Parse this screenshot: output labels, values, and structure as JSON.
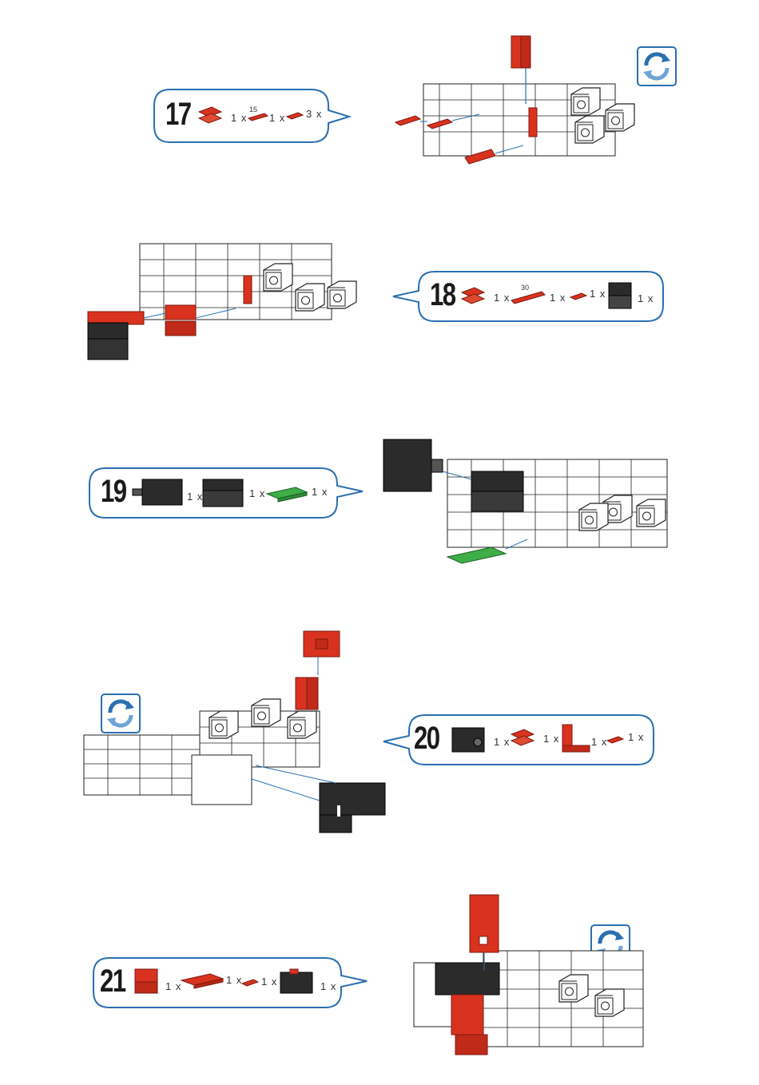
{
  "colors": {
    "accent_blue": "#2a6fb0",
    "part_red": "#d9321f",
    "part_black": "#2b2b2b",
    "part_green": "#3fae49",
    "frame_white": "#ffffff"
  },
  "steps": [
    {
      "number": "17",
      "parts": [
        {
          "name": "red-connector-pair",
          "qty": "1 x"
        },
        {
          "name": "red-strut-15",
          "length": "15",
          "qty": "1 x"
        },
        {
          "name": "red-peg",
          "qty": "3 x"
        }
      ]
    },
    {
      "number": "18",
      "parts": [
        {
          "name": "red-connector-pair",
          "qty": "1 x"
        },
        {
          "name": "red-strut-30",
          "length": "30",
          "qty": "1 x"
        },
        {
          "name": "red-peg",
          "qty": "1 x"
        },
        {
          "name": "black-block",
          "qty": "1 x"
        }
      ]
    },
    {
      "number": "19",
      "parts": [
        {
          "name": "black-motor",
          "qty": "1 x"
        },
        {
          "name": "black-holder",
          "qty": "1 x"
        },
        {
          "name": "green-plate",
          "qty": "1 x"
        }
      ]
    },
    {
      "number": "20",
      "parts": [
        {
          "name": "black-switch",
          "qty": "1 x"
        },
        {
          "name": "red-connector-pair",
          "qty": "1 x"
        },
        {
          "name": "red-angle-bracket",
          "qty": "1 x"
        },
        {
          "name": "red-peg",
          "qty": "1 x"
        }
      ]
    },
    {
      "number": "21",
      "parts": [
        {
          "name": "red-cube-block",
          "qty": "1 x"
        },
        {
          "name": "red-flat-plate",
          "qty": "1 x"
        },
        {
          "name": "red-peg",
          "qty": "1 x"
        },
        {
          "name": "black-pushbutton",
          "qty": "1 x"
        }
      ]
    }
  ],
  "icons": {
    "rotate": "rotate-arrows-icon"
  }
}
